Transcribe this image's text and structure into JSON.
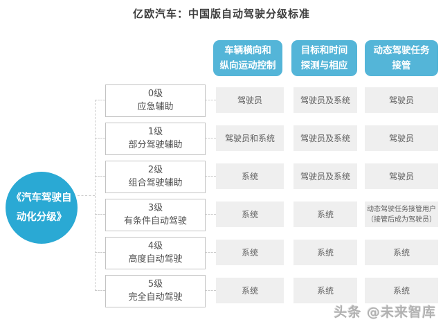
{
  "title": "亿欧汽车：中国版自动驾驶分级标准",
  "source_circle": {
    "label": "《汽车驾驶自\n动化分级》"
  },
  "columns": [
    {
      "label": "车辆横向和\n纵向运动控制"
    },
    {
      "label": "目标和时间\n探测与相应"
    },
    {
      "label": "动态驾驶任务\n接管"
    }
  ],
  "levels": [
    {
      "level": "0级",
      "name": "应急辅助",
      "cells": [
        "驾驶员",
        "驾驶员及系统",
        "驾驶员"
      ]
    },
    {
      "level": "1级",
      "name": "部分驾驶辅助",
      "cells": [
        "驾驶员和系统",
        "驾驶员及系统",
        "驾驶员"
      ]
    },
    {
      "level": "2级",
      "name": "组合驾驶辅助",
      "cells": [
        "系统",
        "驾驶员及系统",
        "驾驶员"
      ]
    },
    {
      "level": "3级",
      "name": "有条件自动驾驶",
      "cells": [
        "系统",
        "系统",
        "动态驾驶任务接管用户\n（接管后成为驾驶员）"
      ]
    },
    {
      "level": "4级",
      "name": "高度自动驾驶",
      "cells": [
        "系统",
        "系统",
        "系统"
      ]
    },
    {
      "level": "5级",
      "name": "完全自动驾驶",
      "cells": [
        "系统",
        "系统",
        "系统"
      ]
    }
  ],
  "watermark": "头条 @未来智库",
  "colors": {
    "header_bg": "#54b5d8",
    "circle_bg": "#2aa9d4",
    "cell_bg": "#efefef",
    "connector": "#cbcbcb"
  }
}
